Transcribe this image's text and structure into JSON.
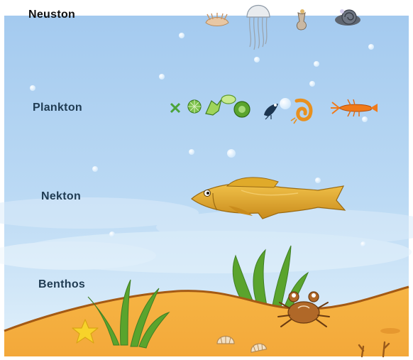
{
  "zones": {
    "neuston": "Neuston",
    "plankton": "Plankton",
    "nekton": "Nekton",
    "benthos": "Benthos"
  },
  "colors": {
    "water_top": "#a9cdef",
    "water_bottom": "#dff0fb",
    "sand": "#f0a93c",
    "sand_edge": "#a45a14",
    "fish": "#e0aa2a",
    "seaweed": "#5aa42d",
    "crab": "#b06828",
    "starfish": "#f7d32a"
  },
  "icons": [
    "shell-icon",
    "jellyfish-icon",
    "sea-slug-icon",
    "snail-icon",
    "diatom-icon",
    "radiolarian-icon",
    "dinoflagellate-icon",
    "copepod-icon",
    "shrimp-larva-icon",
    "crayfish-icon",
    "fish-icon",
    "crab-icon",
    "starfish-icon",
    "scallop-icon",
    "seaweed-icon",
    "bubble-icon"
  ]
}
